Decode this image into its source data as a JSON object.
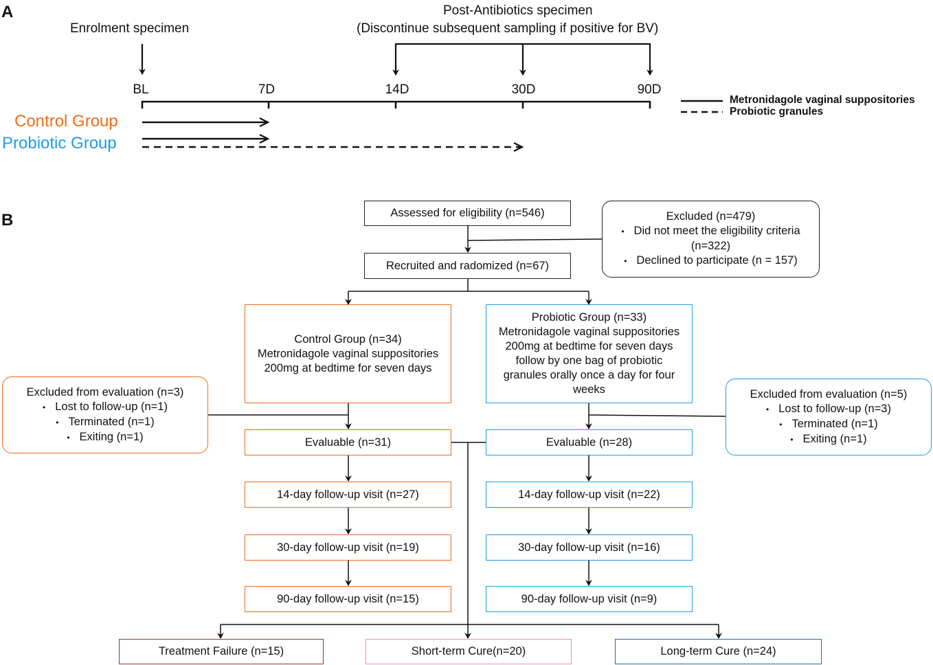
{
  "panel_a": {
    "label": "A",
    "enrolment_label": "Enrolment specimen",
    "post_label_line1": "Post-Antibiotics specimen",
    "post_label_line2": "(Discontinue subsequent sampling if positive for BV)",
    "ticks": [
      "BL",
      "7D",
      "14D",
      "30D",
      "90D"
    ],
    "control_group": "Control Group",
    "probiotic_group": "Probiotic Group",
    "legend": {
      "solid": "Metronidagole vaginal suppositories",
      "dashed": "Probiotic granules"
    },
    "colors": {
      "control": "#ef6c1a",
      "probiotic": "#1e9be6"
    }
  },
  "panel_b": {
    "label": "B",
    "assessed": "Assessed for eligibility (n=546)",
    "recruited": "Recruited and radomized (n=67)",
    "excluded": {
      "title": "Excluded (n=479)",
      "line1": "Did not meet the eligibility criteria",
      "line1b": "(n=322)",
      "line2": "Declined to participate (n = 157)"
    },
    "control": {
      "title": "Control Group (n=34)",
      "line1": "Metronidagole vaginal suppositories",
      "line2": "200mg at bedtime for seven days",
      "excluded_title": "Excluded from evaluation (n=3)",
      "excluded_items": [
        "Lost to follow-up (n=1)",
        "Terminated (n=1)",
        "Exiting (n=1)"
      ],
      "evaluable": "Evaluable (n=31)",
      "fu14": "14-day follow-up visit (n=27)",
      "fu30": "30-day follow-up visit (n=19)",
      "fu90": "90-day follow-up visit (n=15)"
    },
    "probiotic": {
      "title": "Probiotic Group (n=33)",
      "line1": "Metronidagole vaginal suppositories",
      "line2": "200mg at bedtime for seven days",
      "line3": "follow by one bag of probiotic",
      "line4": "granules orally once a day for four",
      "line5": "weeks",
      "excluded_title": "Excluded from evaluation (n=5)",
      "excluded_items": [
        "Lost to follow-up (n=3)",
        "Terminated (n=1)",
        "Exiting (n=1)"
      ],
      "evaluable": "Evaluable (n=28)",
      "fu14": "14-day follow-up visit (n=22)",
      "fu30": "30-day follow-up visit (n=16)",
      "fu90": "90-day follow-up visit (n=9)"
    },
    "outcomes": {
      "failure": "Treatment Failure (n=15)",
      "short": "Short-term Cure(n=20)",
      "long": "Long-term Cure (n=24)"
    }
  }
}
